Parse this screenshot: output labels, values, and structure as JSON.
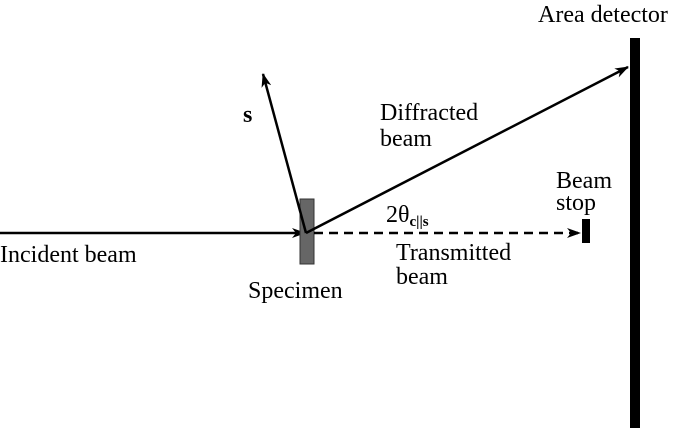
{
  "labels": {
    "area_detector": "Area detector",
    "s_vector": "s",
    "diffracted_line1": "Diffracted",
    "diffracted_line2": "beam",
    "beam_stop_line1": "Beam",
    "beam_stop_line2": "stop",
    "angle_base": "2θ",
    "angle_sub": "c||s",
    "incident_beam": "Incident beam",
    "transmitted_line1": "Transmitted",
    "transmitted_line2": "beam",
    "specimen": "Specimen"
  },
  "colors": {
    "line": "#000000",
    "specimen_fill": "#666666",
    "background": "#ffffff"
  }
}
